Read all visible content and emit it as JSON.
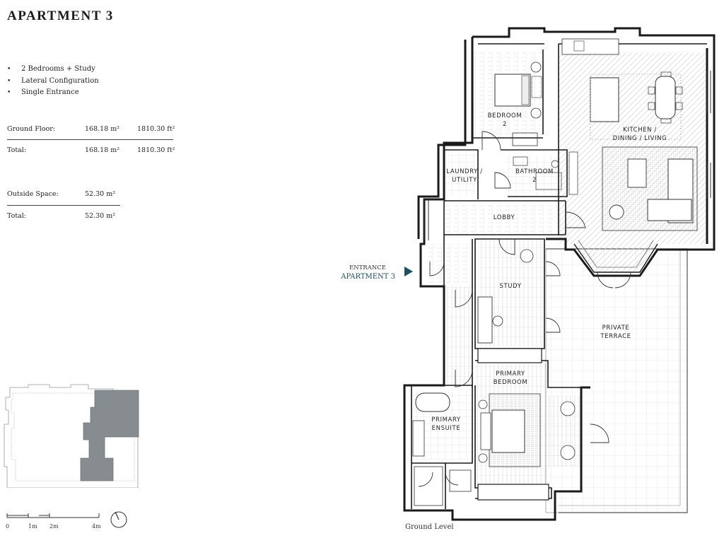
{
  "title": "APARTMENT 3",
  "features": [
    "2 Bedrooms + Study",
    "Lateral Configuration",
    "Single Entrance"
  ],
  "areas": {
    "ground_floor": {
      "label": "Ground Floor:",
      "m2": "168.18 m²",
      "ft2": "1810.30 ft²"
    },
    "total1": {
      "label": "Total:",
      "m2": "168.18 m²",
      "ft2": "1810.30 ft²"
    },
    "outside": {
      "label": "Outside Space:",
      "m2": "52.30 m²"
    },
    "total2": {
      "label": "Total:",
      "m2": "52.30 m²"
    }
  },
  "rooms": {
    "bedroom2": [
      "BEDROOM",
      "2"
    ],
    "kitchen": [
      "KITCHEN /",
      "DINING / LIVING"
    ],
    "laundry": [
      "LAUNDRY /",
      "UTILITY"
    ],
    "bathroom2": [
      "BATHROOM",
      "2"
    ],
    "lobby": "LOBBY",
    "study": "STUDY",
    "terrace": [
      "PRIVATE",
      "TERRACE"
    ],
    "primary_bedroom": [
      "PRIMARY",
      "BEDROOM"
    ],
    "primary_ensuite": [
      "PRIMARY",
      "ENSUITE"
    ]
  },
  "entrance": {
    "line1": "ENTRANCE",
    "line2": "APARTMENT 3"
  },
  "scale": [
    "0",
    "1m",
    "2m",
    "4m"
  ],
  "level": "Ground Level",
  "colors": {
    "accent": "#1f4e5f",
    "wall": "#1a1a1a",
    "highlight": "#8a8f93",
    "hatch": "#e6e6e6"
  }
}
